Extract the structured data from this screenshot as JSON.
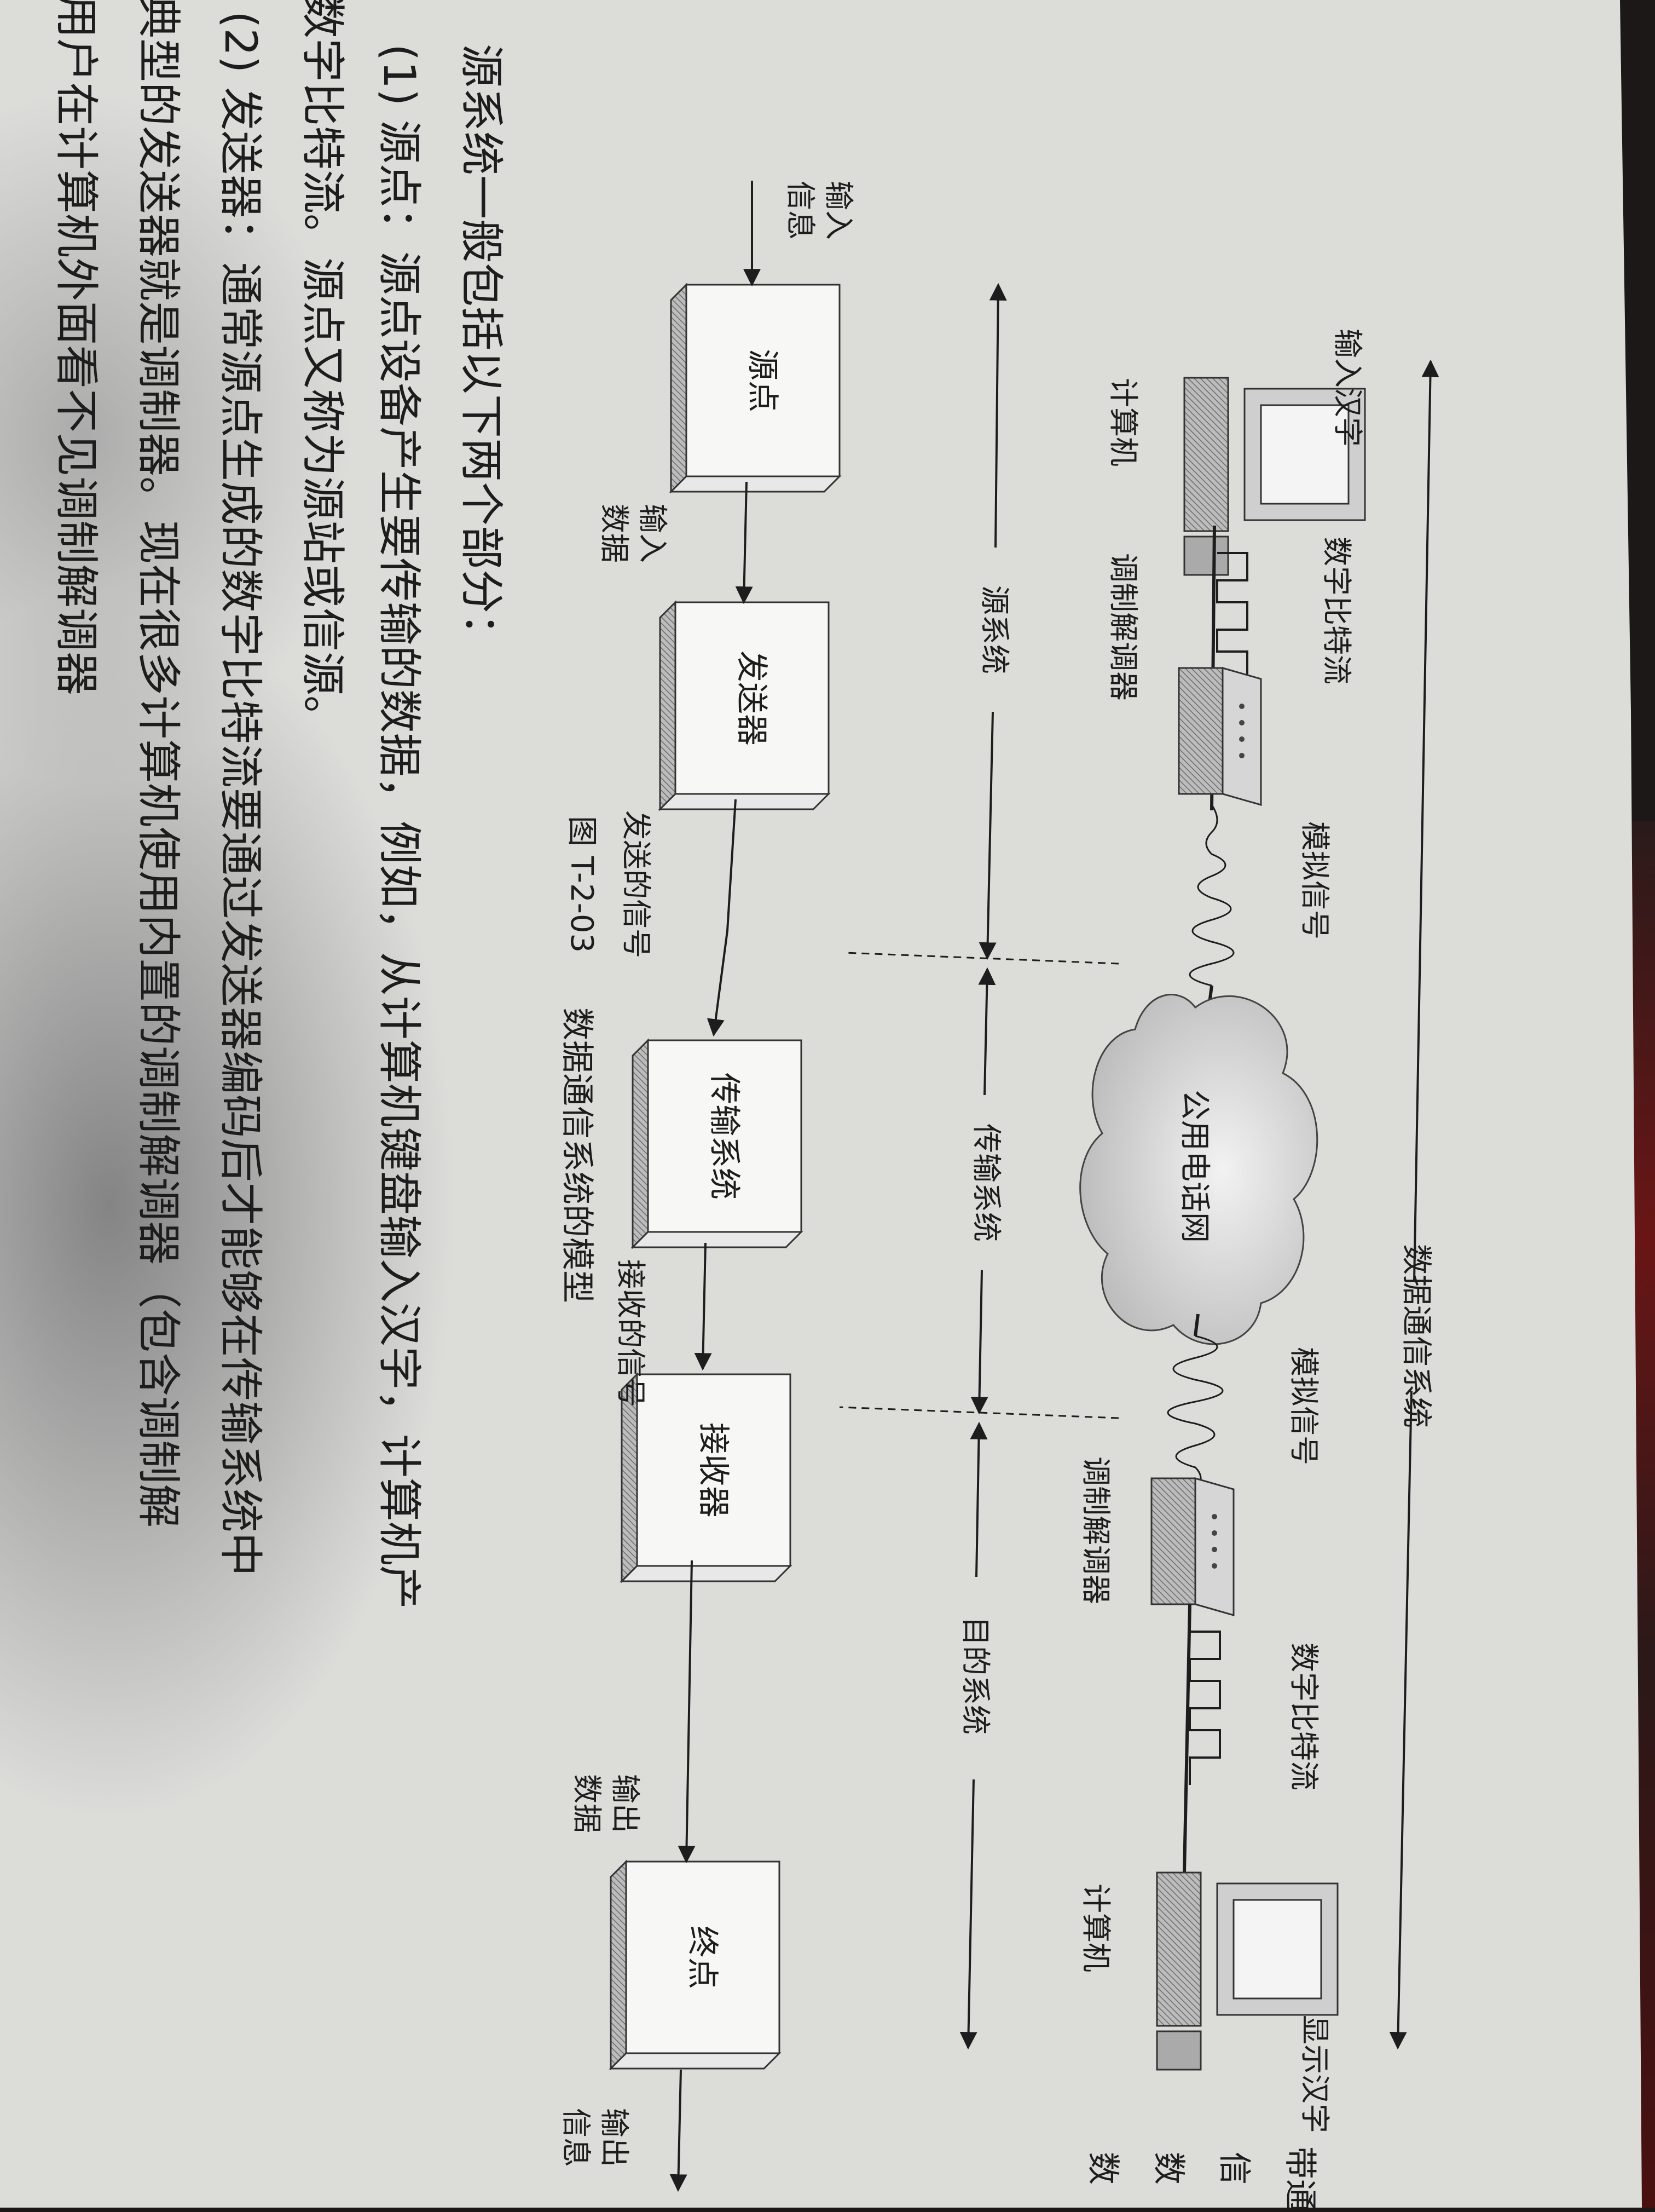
{
  "figure": {
    "top_system_label": "数据通信系统",
    "left_endpoint": {
      "input_label": "输入汉字",
      "computer_label": "计算机",
      "bitstream_label": "数字比特流",
      "modem_label": "调制解调器",
      "analog_label": "模拟信号"
    },
    "network_label": "公用电话网",
    "right_endpoint": {
      "analog_label": "模拟信号",
      "modem_label": "调制解调器",
      "bitstream_label": "数字比特流",
      "computer_label": "计算机",
      "output_label": "显示汉字"
    },
    "subsystems": {
      "source": "源系统",
      "transmission": "传输系统",
      "destination": "目的系统"
    },
    "blocks": [
      "源点",
      "发送器",
      "传输系统",
      "接收器",
      "终点"
    ],
    "arrow_labels": {
      "input_info": "输入\n信息",
      "input_data": "输入\n数据",
      "sent_signal": "发送的信号",
      "received_signal": "接收的信号",
      "output_data": "输出\n数据",
      "output_info": "输出\n信息"
    },
    "caption_number": "图 T-2-03",
    "caption_title": "数据通信系统的模型"
  },
  "body_text": {
    "line1": "源系统一般包括以下两个部分：",
    "line2": "(1) 源点：源点设备产生要传输的数据，例如，从计算机键盘输入汉字，计算机产",
    "line3": "数字比特流。源点又称为源站或信源。",
    "line4": "(2) 发送器：通常源点生成的数字比特流要通过发送器编码后才能够在传输系统中",
    "line5": "典型的发送器就是调制器。现在很多计算机使用内置的调制解调器（包含调制解",
    "line6": "用户在计算机外面看不见调制解调器"
  },
  "margin_text": {
    "right_fragments": [
      "带通",
      "信",
      "数",
      "数"
    ]
  }
}
